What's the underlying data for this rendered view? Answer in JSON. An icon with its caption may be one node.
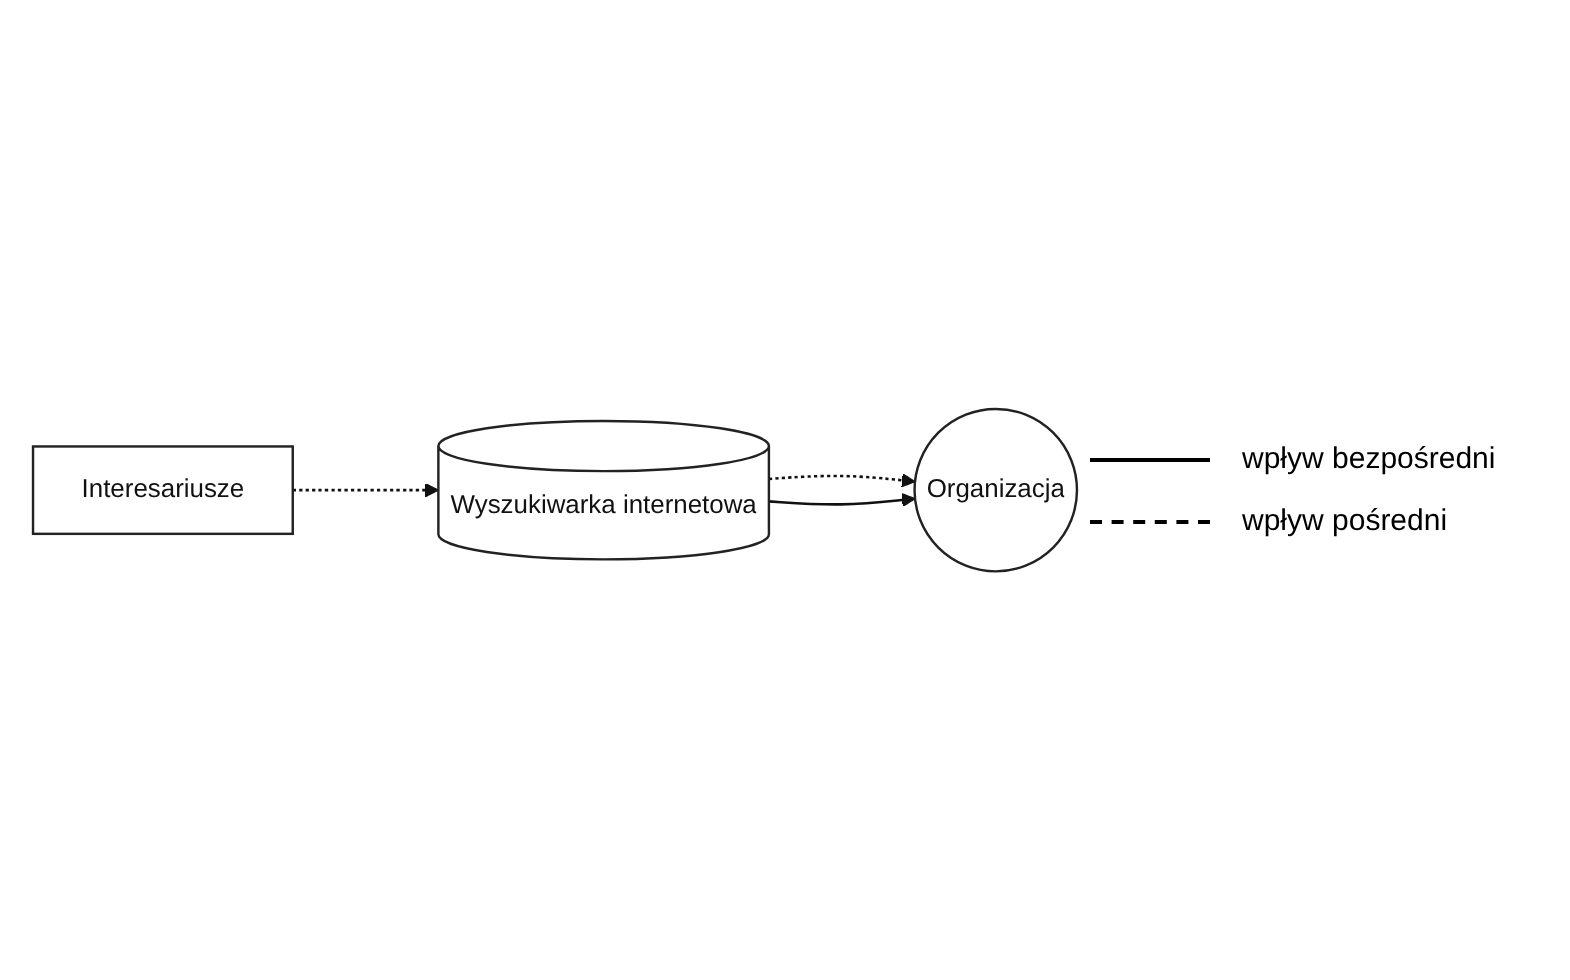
{
  "diagram": {
    "nodes": [
      {
        "text": [
          "Wyszukiwarka internetowa"
        ]
      },
      {
        "text": [
          "Organizacja"
        ]
      },
      {
        "text": [
          "Interesariusze"
        ]
      }
    ],
    "edges": [
      {
        "from": 0,
        "to": 1,
        "arrow": "to",
        "style": "dashed"
      },
      {
        "from": 0,
        "to": 1,
        "arrow": "to"
      },
      {
        "from": 2,
        "to": 0,
        "arrow": "to",
        "style": "dashed"
      }
    ],
    "legend": [
      {
        "text": "wpływ bezpośredni"
      },
      {
        "text": "wpływ pośredni"
      }
    ]
  }
}
